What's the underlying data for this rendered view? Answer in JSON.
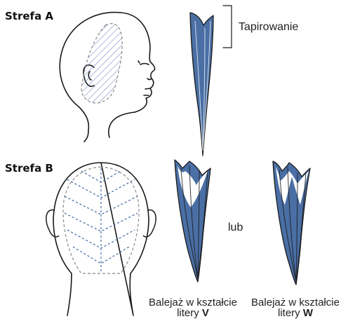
{
  "zone_a": {
    "title": "Strefa A"
  },
  "zone_b": {
    "title": "Strefa B"
  },
  "teasing": {
    "label": "Tapirowanie"
  },
  "connector": {
    "label": "lub"
  },
  "caption_v": {
    "text": "Balejaż w kształcie",
    "line2": "litery ",
    "letter": "V"
  },
  "caption_w": {
    "text": "Balejaż w kształcie",
    "line2": "litery ",
    "letter": "W"
  },
  "colors": {
    "highlight": "#4a6fa5",
    "hatch": "#6f8fc0",
    "ink": "#1a1a1a"
  }
}
